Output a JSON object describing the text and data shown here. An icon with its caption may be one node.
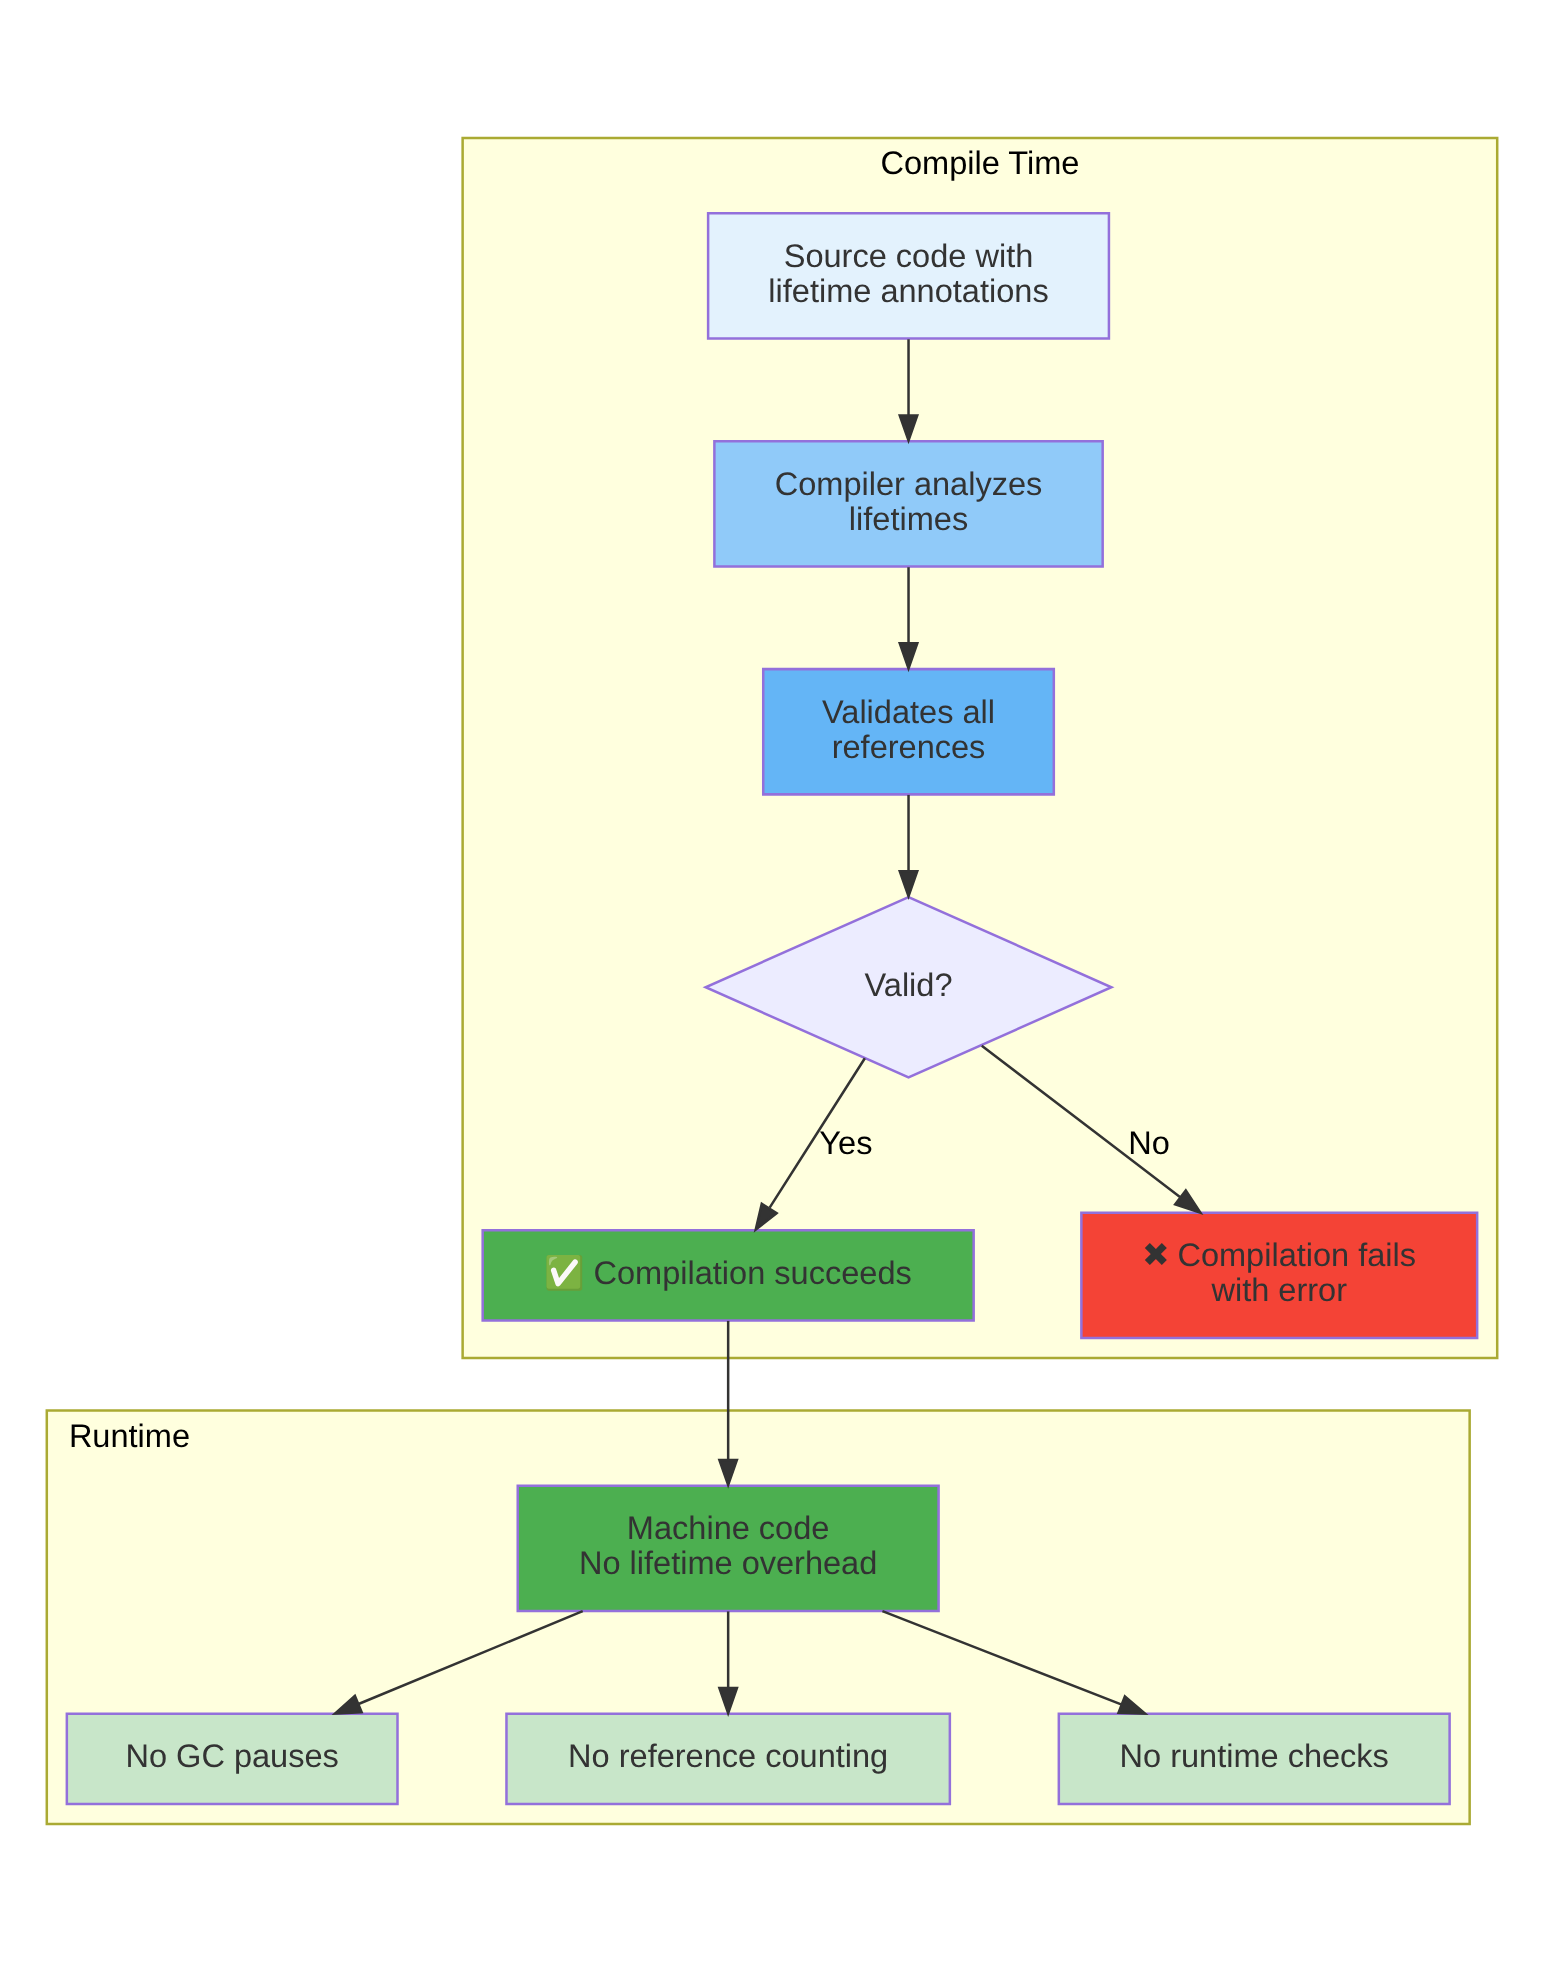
{
  "diagram": {
    "nodes": [
      {
        "text": [
          "Compile Time"
        ]
      },
      {
        "text": [
          "Source code with lifetime annotations"
        ],
        "in": 0
      },
      {
        "text": [
          "Compiler analyzes lifetimes"
        ],
        "in": 0
      },
      {
        "text": [
          "Validates all references"
        ],
        "in": 0
      },
      {
        "text": [
          "Valid?"
        ],
        "in": 0
      },
      {
        "text": [
          "✅ Compilation succeeds"
        ],
        "in": 0
      },
      {
        "text": [
          "✖ Compilation fails with error"
        ],
        "in": 0
      },
      {
        "text": [
          "Runtime"
        ]
      },
      {
        "text": [
          "Machine code",
          "No lifetime overhead"
        ],
        "in": 7
      },
      {
        "text": [
          "No GC pauses"
        ],
        "in": 7
      },
      {
        "text": [
          "No reference counting"
        ],
        "in": 7
      },
      {
        "text": [
          "No runtime checks"
        ],
        "in": 7
      }
    ],
    "edges": [
      {
        "from": 1,
        "to": 2,
        "arrow": "to"
      },
      {
        "from": 2,
        "to": 3,
        "arrow": "to"
      },
      {
        "from": 3,
        "to": 4,
        "arrow": "to"
      },
      {
        "from": 4,
        "to": 5,
        "arrow": "to",
        "label": "Yes"
      },
      {
        "from": 4,
        "to": 6,
        "arrow": "to",
        "label": "No"
      },
      {
        "from": 5,
        "to": 8,
        "arrow": "to"
      },
      {
        "from": 8,
        "to": 9,
        "arrow": "to"
      },
      {
        "from": 8,
        "to": 10,
        "arrow": "to"
      },
      {
        "from": 8,
        "to": 11,
        "arrow": "to"
      }
    ]
  }
}
